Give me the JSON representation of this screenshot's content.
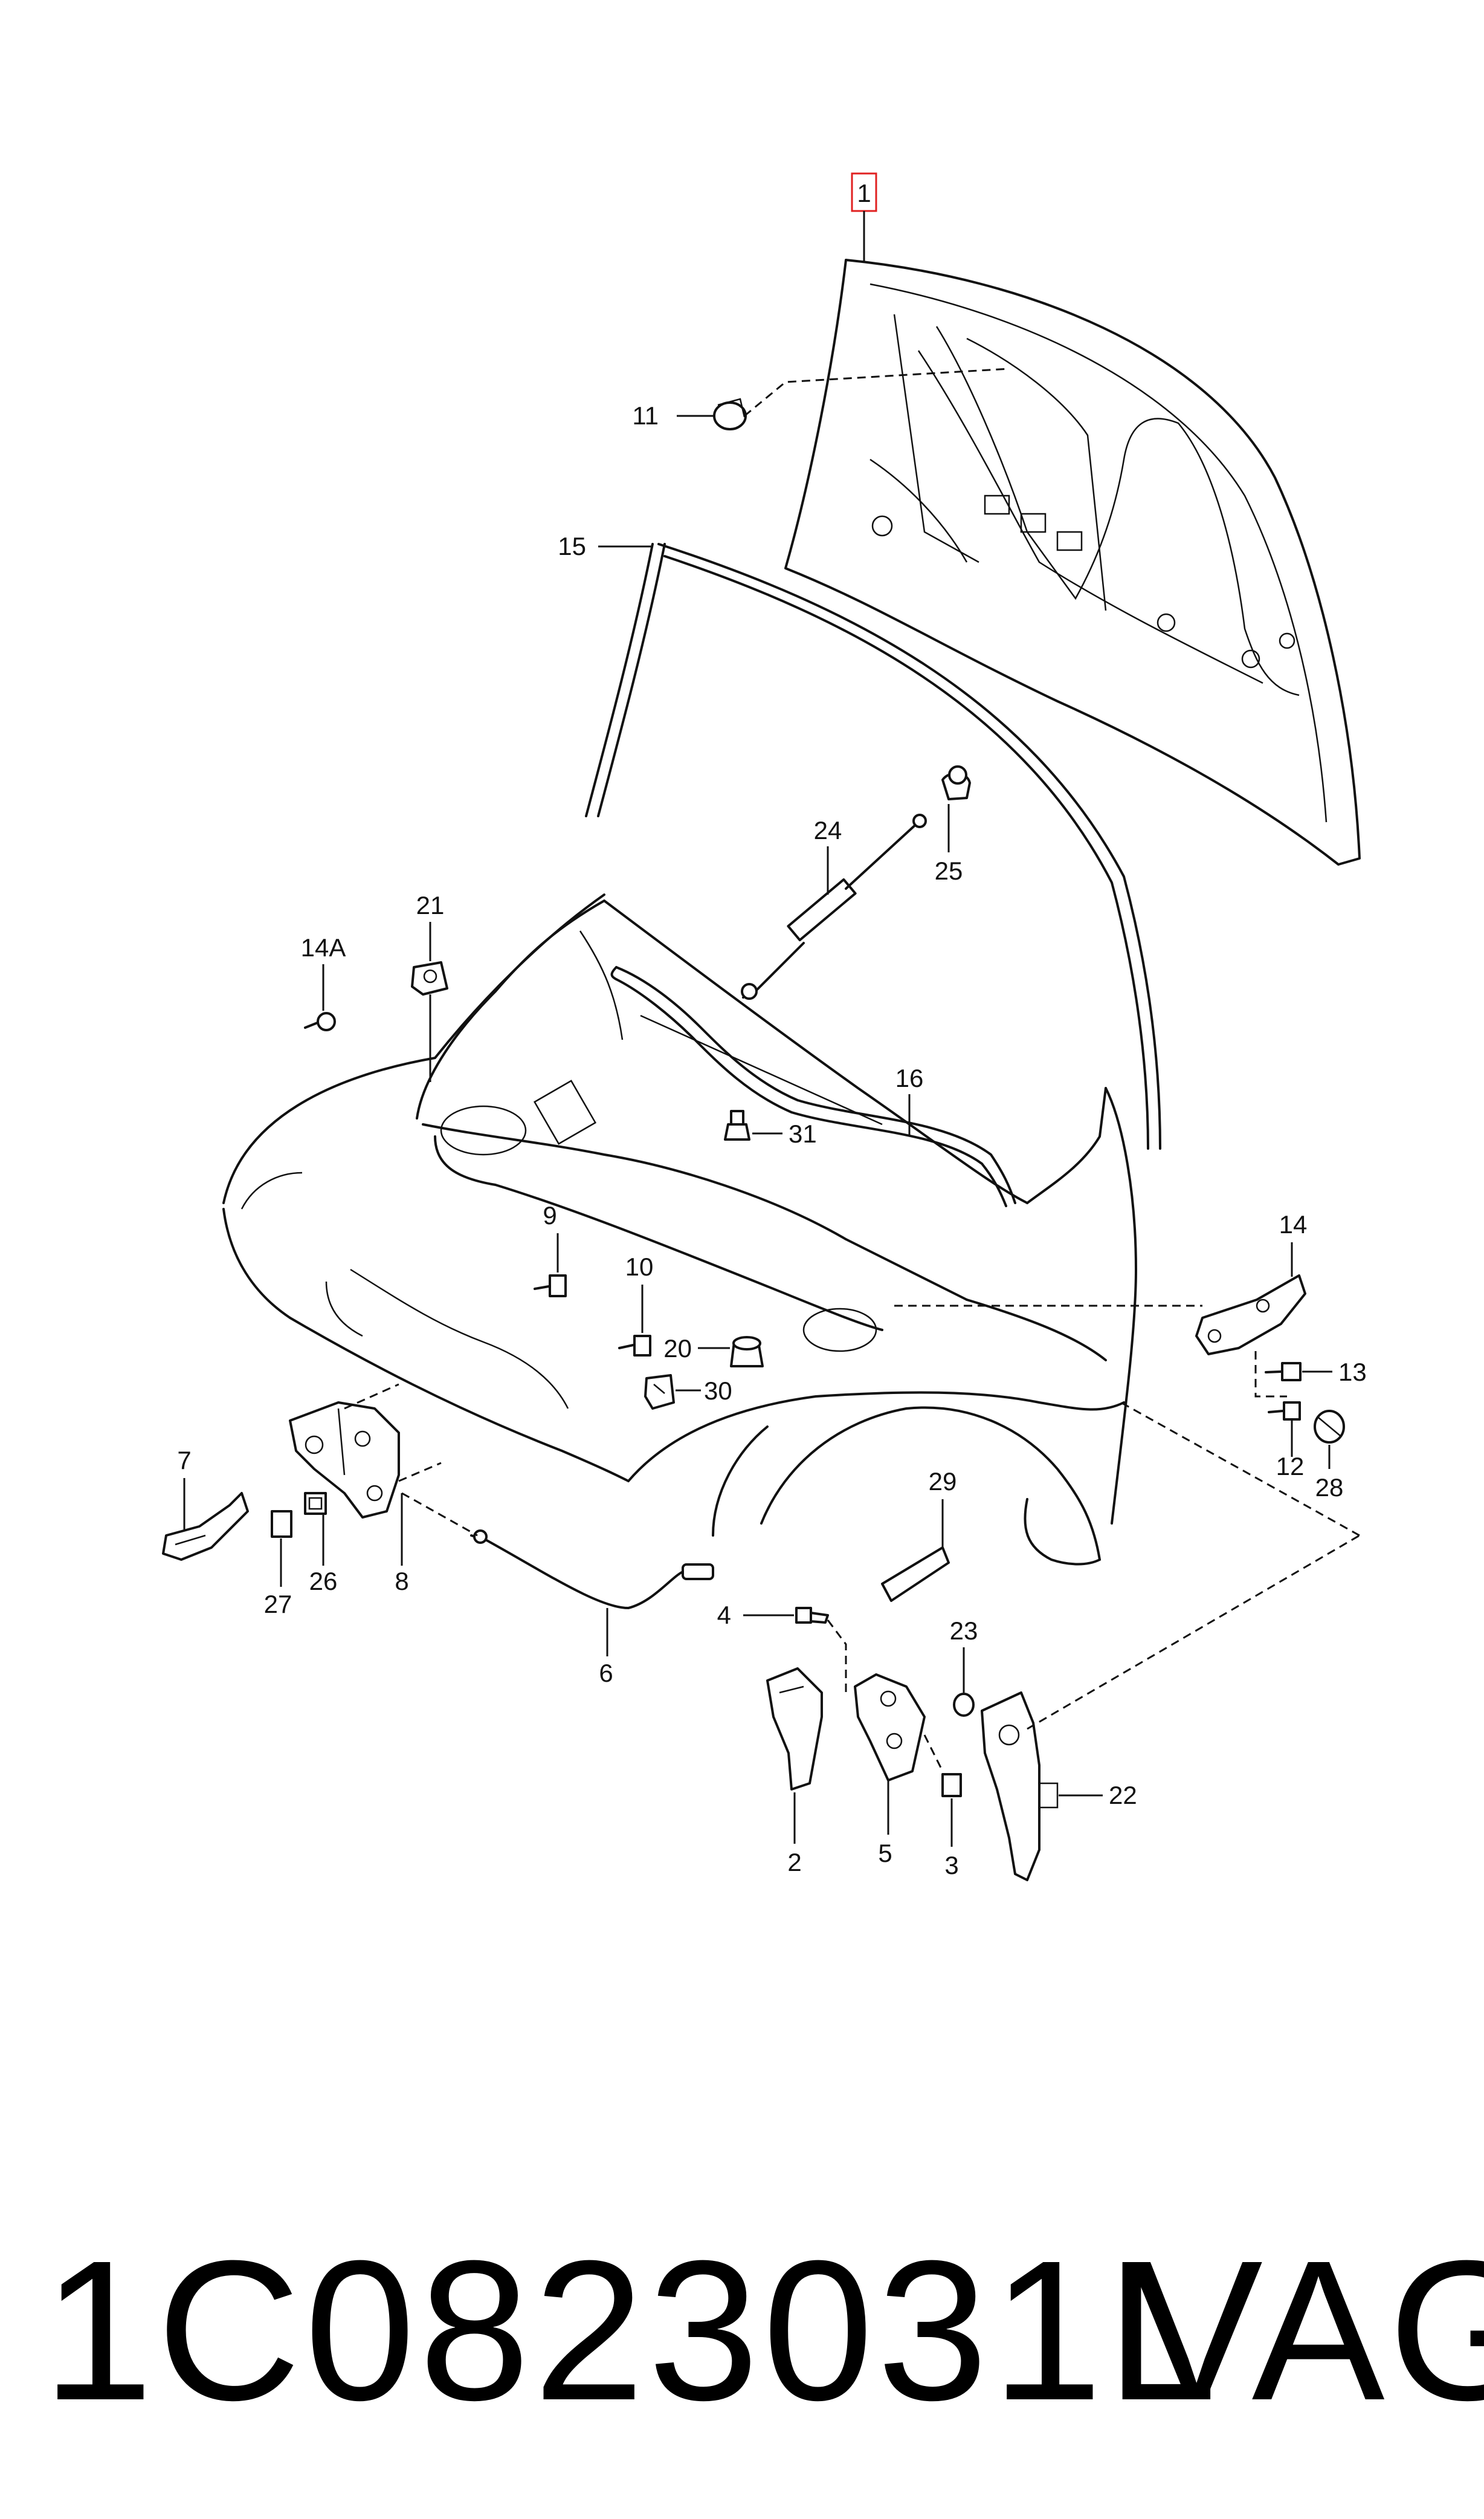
{
  "footer": {
    "part_number": "1C0823031L",
    "brand": "VAG"
  },
  "callouts": {
    "c1": "1",
    "c2": "2",
    "c3": "3",
    "c4": "4",
    "c5": "5",
    "c6": "6",
    "c7": "7",
    "c8": "8",
    "c9": "9",
    "c10": "10",
    "c11": "11",
    "c12": "12",
    "c13": "13",
    "c14": "14",
    "c14a": "14A",
    "c15": "15",
    "c16": "16",
    "c20": "20",
    "c21": "21",
    "c22": "22",
    "c23": "23",
    "c24": "24",
    "c25": "25",
    "c26": "26",
    "c27": "27",
    "c28": "28",
    "c29": "29",
    "c30": "30",
    "c31": "31"
  },
  "highlight_color": "#e02020"
}
